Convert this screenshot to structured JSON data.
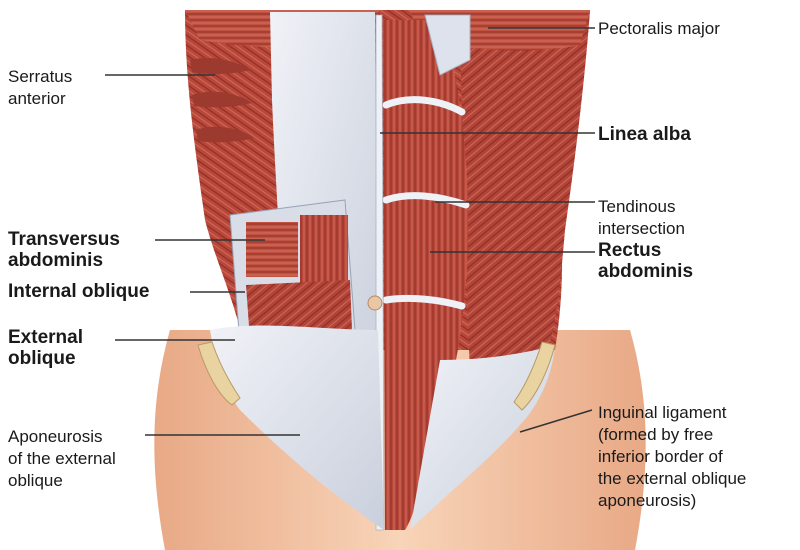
{
  "labels": {
    "pectoralis_major": "Pectoralis major",
    "serratus_anterior": "Serratus\nanterior",
    "linea_alba": "Linea alba",
    "tendinous_intersection": "Tendinous\nintersection",
    "rectus_abdominis": "Rectus\nabdominis",
    "transversus_abdominis": "Transversus\nabdominis",
    "internal_oblique": "Internal oblique",
    "external_oblique": "External\noblique",
    "aponeurosis": "Aponeurosis\nof the external\noblique",
    "inguinal_ligament": "Inguinal ligament\n(formed by free\ninferior border of\nthe external oblique\naponeurosis)"
  },
  "colors": {
    "muscle": "#b9473a",
    "muscle_dark": "#8e2f27",
    "muscle_light": "#d47564",
    "fascia": "#e4e8f0",
    "fascia_shadow": "#b8c0cf",
    "skin": "#f4c6a4",
    "skin_shadow": "#e0a47e",
    "bone": "#e9d3a0",
    "leader": "#333333"
  }
}
